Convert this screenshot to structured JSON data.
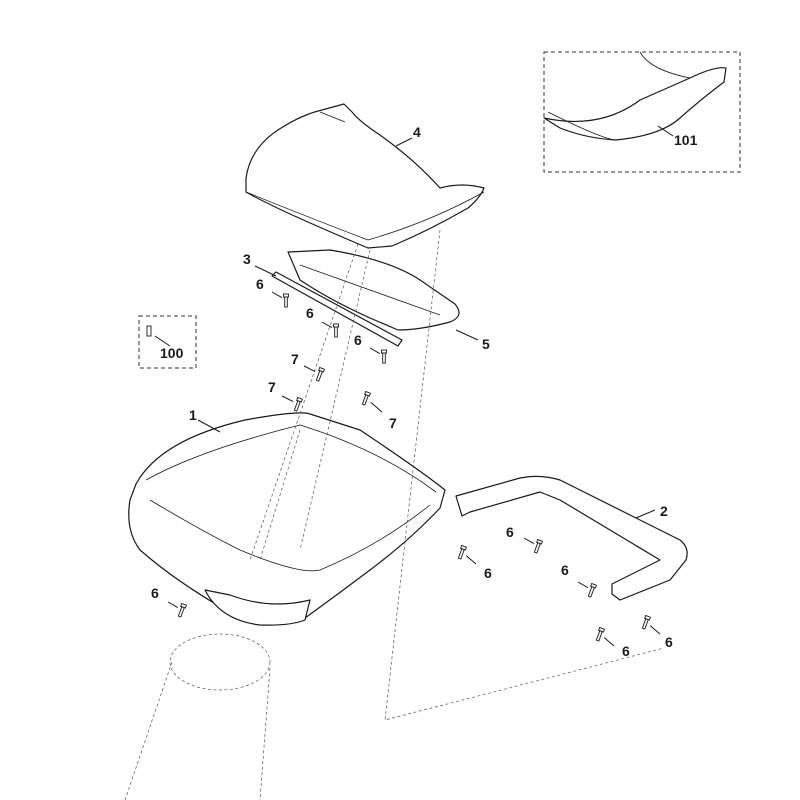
{
  "callouts": {
    "c1": "1",
    "c2": "2",
    "c3": "3",
    "c4": "4",
    "c5": "5",
    "c6a": "6",
    "c6b": "6",
    "c6c": "6",
    "c6d": "6",
    "c6e": "6",
    "c6f": "6",
    "c6g": "6",
    "c6h": "6",
    "c6i": "6",
    "c7a": "7",
    "c7b": "7",
    "c7c": "7",
    "c100": "100",
    "c101": "101"
  }
}
